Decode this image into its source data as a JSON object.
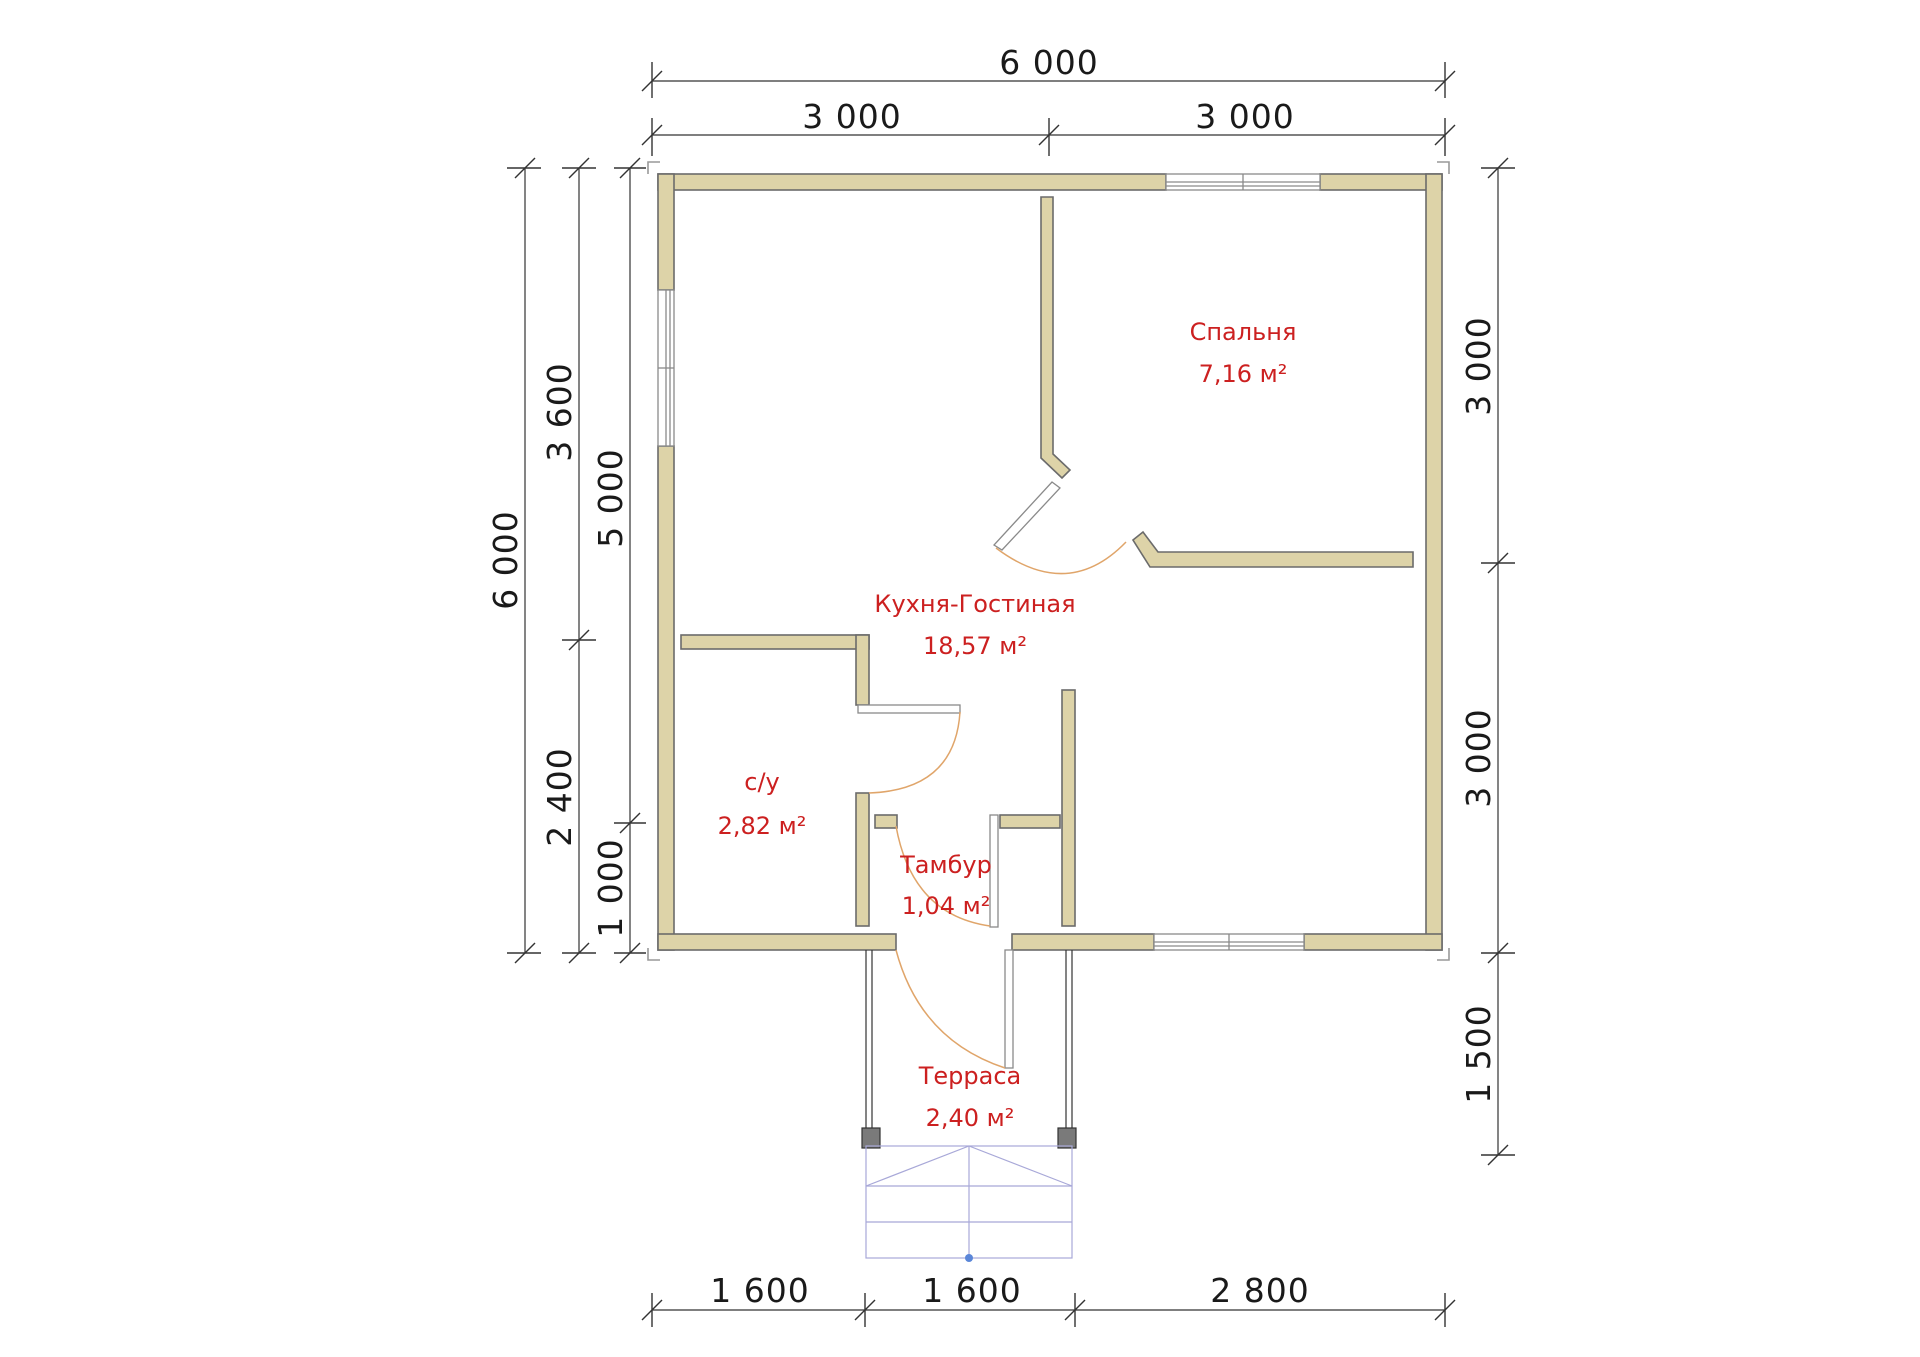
{
  "plan": {
    "dimensions": {
      "top_total": "6 000",
      "top_left": "3 000",
      "top_right": "3 000",
      "left_total": "6 000",
      "left_upper": "3 600",
      "left_lower": "2 400",
      "left_inner_upper": "5 000",
      "left_inner_lower": "1 000",
      "right_upper": "3 000",
      "right_lower": "3 000",
      "right_terrace": "1 500",
      "bottom_left": "1 600",
      "bottom_mid": "1 600",
      "bottom_right": "2 800"
    },
    "rooms": [
      {
        "id": "bedroom",
        "name": "Спальня",
        "area": "7,16 м²"
      },
      {
        "id": "kitchen-living",
        "name": "Кухня-Гостиная",
        "area": "18,57 м²"
      },
      {
        "id": "bathroom",
        "name": "с/у",
        "area": "2,82 м²"
      },
      {
        "id": "vestibule",
        "name": "Тамбур",
        "area": "1,04 м²"
      },
      {
        "id": "terrace",
        "name": "Терраса",
        "area": "2,40 м²"
      }
    ],
    "colors": {
      "wall_fill": "#ddd3a8",
      "room_label": "#cc2020",
      "door_swing": "#e0a56a",
      "stair_lines": "#a8a8d8"
    }
  }
}
